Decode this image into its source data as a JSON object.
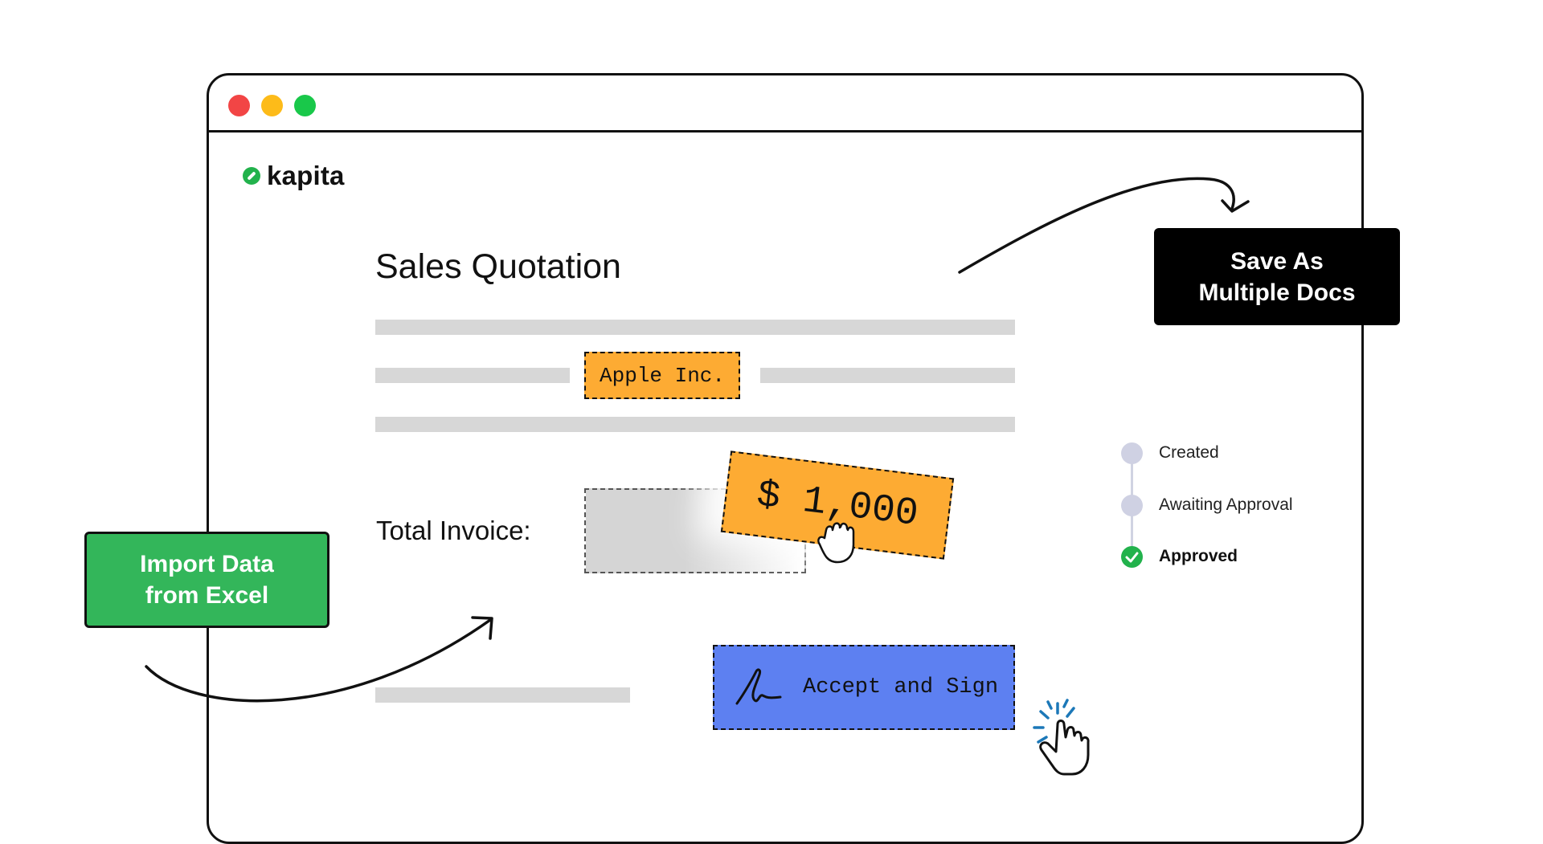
{
  "window": {
    "controls": {
      "close_color": "#f24545",
      "minimize_color": "#fdbb19",
      "maximize_color": "#19c84a"
    }
  },
  "brand": {
    "name": "kapita",
    "icon": "kapita-logo-icon",
    "color": "#22b24c"
  },
  "document": {
    "title": "Sales Quotation",
    "company_tag": "Apple Inc.",
    "total_label": "Total Invoice:",
    "price_tag": "$ 1,000",
    "sign_button": {
      "label": "Accept and Sign",
      "icon": "signature-icon",
      "color": "#5d80f1"
    }
  },
  "status": {
    "steps": [
      {
        "label": "Created",
        "state": "pending"
      },
      {
        "label": "Awaiting Approval",
        "state": "pending"
      },
      {
        "label": "Approved",
        "state": "done"
      }
    ],
    "done_color": "#22b24c",
    "pending_color": "#cfd1e3"
  },
  "callouts": {
    "save": {
      "line1": "Save As",
      "line2": "Multiple Docs"
    },
    "import": {
      "line1": "Import Data",
      "line2": "from Excel",
      "color": "#33b65a"
    }
  },
  "accent": {
    "tag_orange": "#fdab33"
  }
}
